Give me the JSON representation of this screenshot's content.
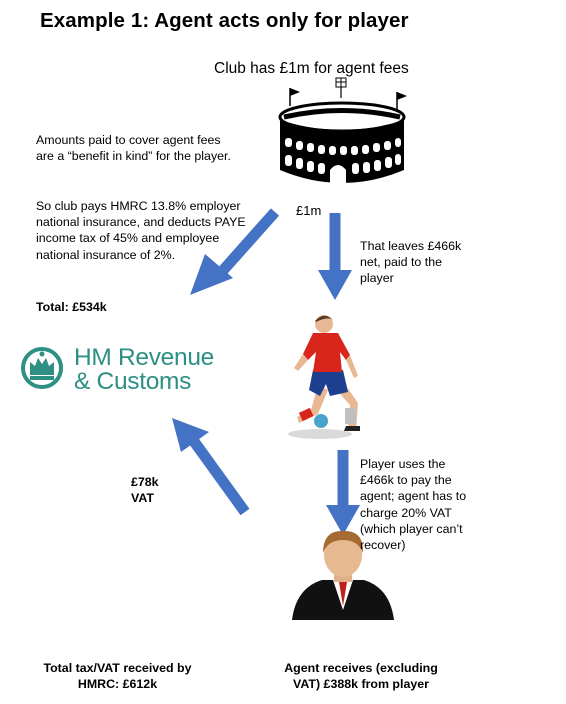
{
  "title": "Example 1: Agent acts only for player",
  "club": {
    "caption": "Club has £1m for agent fees",
    "amount": "£1m"
  },
  "left_note": {
    "para1": "Amounts paid to cover agent fees are a “benefit in kind” for the player.",
    "para2": "So club pays HMRC 13.8% employer national insurance, and deducts PAYE income tax of 45% and employee national insurance of 2%.",
    "total": "Total: £534k"
  },
  "hmrc": {
    "line1": "HM Revenue",
    "line2": "& Customs"
  },
  "player_note": "That leaves £466k net, paid to the player",
  "vat_amount": {
    "line1": "£78k",
    "line2": "VAT"
  },
  "agent_note": "Player uses the £466k to pay the agent; agent has to charge 20% VAT (which player can’t recover)",
  "footer_left": "Total tax/VAT received by HMRC: £612k",
  "footer_right": "Agent receives (excluding VAT) £388k from player",
  "colors": {
    "arrow": "#4472c4",
    "hmrc": "#2e8f84",
    "shirt": "#d9261c",
    "shorts": "#1d3f8f"
  }
}
